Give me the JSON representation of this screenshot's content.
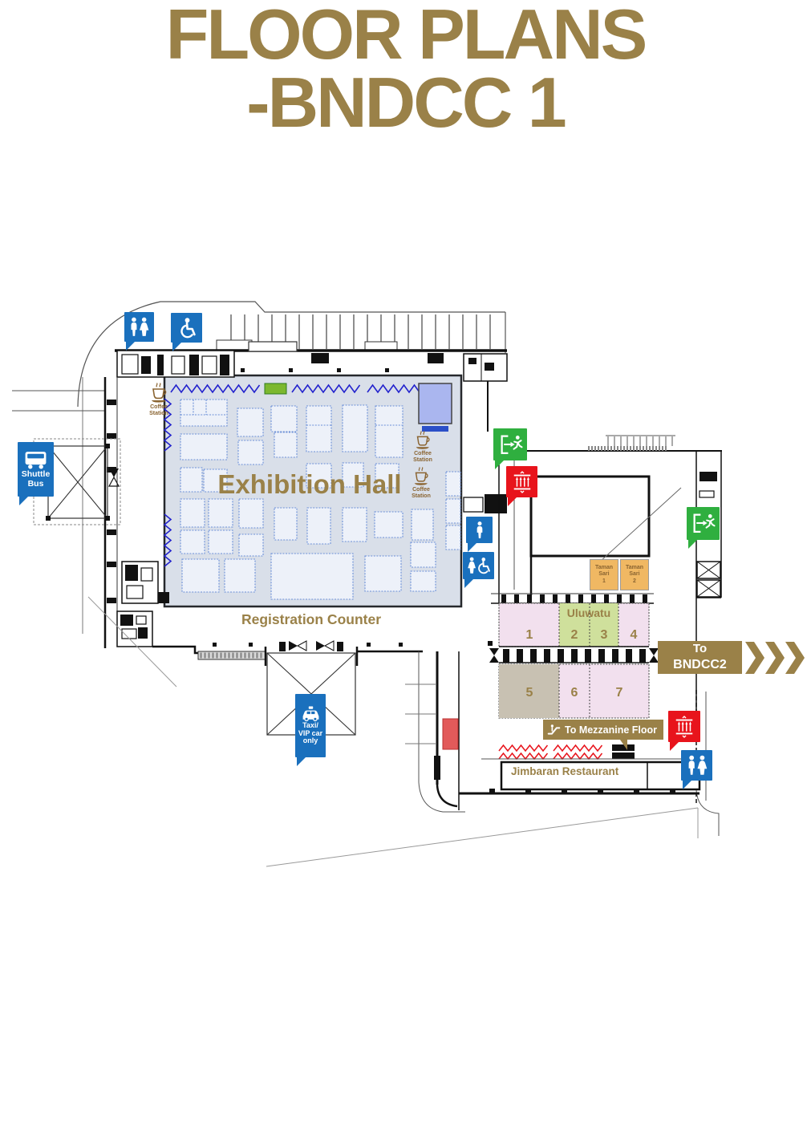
{
  "title": {
    "line1": "FLOOR PLANS",
    "line2": "-BNDCC 1"
  },
  "hall": {
    "label": "Exhibition Hall"
  },
  "labels": {
    "registration_counter": "Registration Counter",
    "jimbaran_restaurant": "Jimbaran Restaurant",
    "to_mezzanine_floor": "To Mezzanine Floor",
    "to_bndcc2": {
      "line1": "To",
      "line2": "BNDCC2"
    },
    "shuttle_bus": {
      "line1": "Shuttle",
      "line2": "Bus"
    },
    "taxi": {
      "line1": "Taxi/",
      "line2": "VIP car",
      "line3": "only"
    },
    "coffee_station": {
      "line1": "Coffee",
      "line2": "Station"
    }
  },
  "rooms": {
    "uluwatu": "Uluwatu",
    "r1": "1",
    "r2": "2",
    "r3": "3",
    "r4": "4",
    "r5": "5",
    "r6": "6",
    "r7": "7",
    "taman_sari_1": {
      "line1": "Taman",
      "line2": "Sari",
      "line3": "1"
    },
    "taman_sari_2": {
      "line1": "Taman",
      "line2": "Sari",
      "line3": "2"
    }
  },
  "icons": [
    "restroom-icon",
    "accessible-icon",
    "male-restroom-icon",
    "female-accessible-restroom-icon",
    "emergency-exit-icon",
    "stairs-icon",
    "coffee-station-icon",
    "shuttle-bus-icon",
    "taxi-icon",
    "escalator-icon"
  ],
  "colors": {
    "title_gold": "#9a8148",
    "icon_blue": "#1a70bd",
    "exit_green": "#2faf3f",
    "stairs_red": "#e8141c",
    "taman_orange": "#f0b863",
    "brown_text": "#8a6431",
    "uluwatu_green": "#cfe09c",
    "room_pink": "#f2e0ee",
    "room5_tan": "#c8c1b2",
    "hall_fill": "#d9dfe9",
    "booth_blue": "#6b8fd8",
    "zigzag_blue": "#2323cd",
    "stage_green": "#7cb82f",
    "screen_purple": "#aab6ef",
    "screen_bar_blue": "#2b4fc8",
    "red_accent": "#e25a5a"
  }
}
